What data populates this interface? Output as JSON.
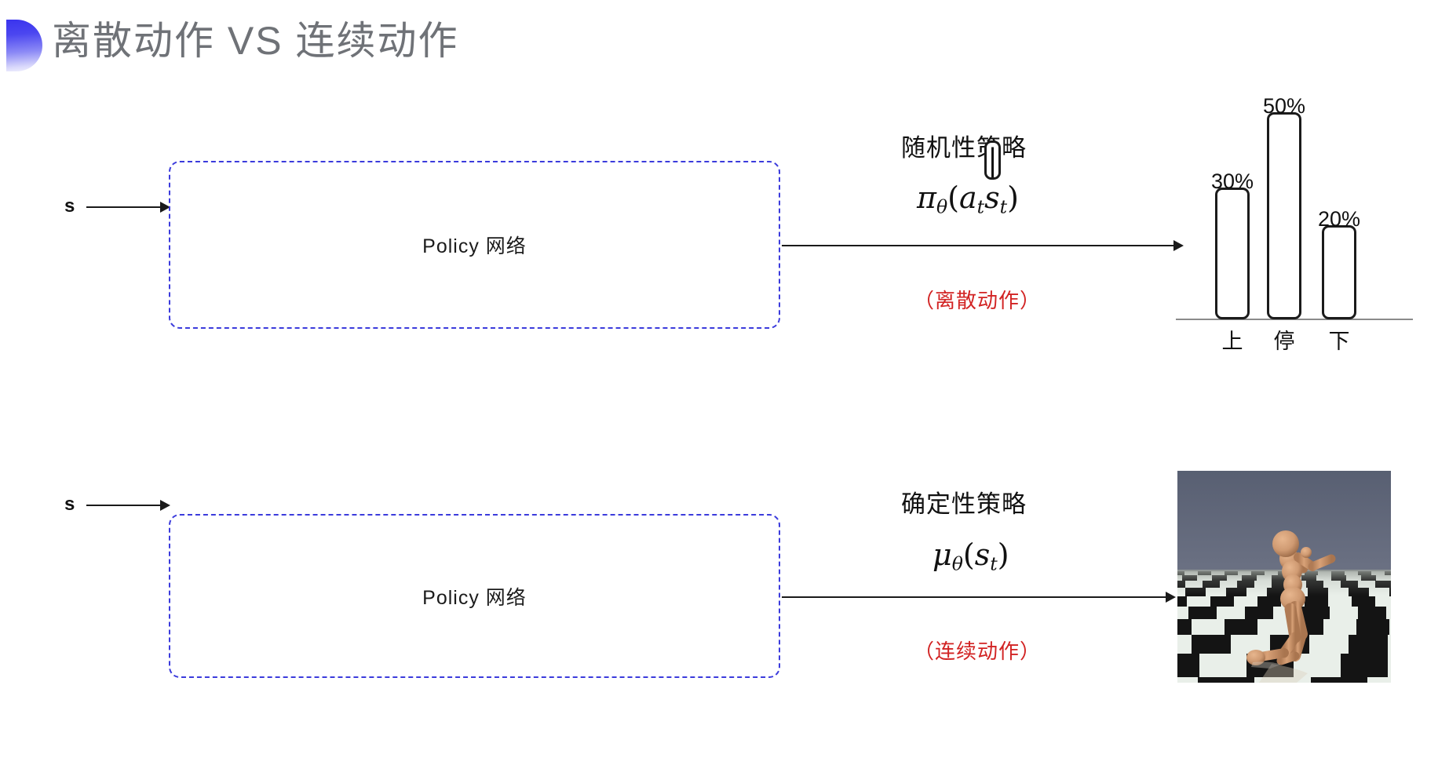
{
  "slide": {
    "title": "离散动作 VS 连续动作",
    "accent_color": "#3b3bdc",
    "title_color": "#6f7277",
    "note_color": "#d22323",
    "bullet_icon": "half-circle-gradient-icon"
  },
  "rows": [
    {
      "id": "discrete",
      "input_label": "s",
      "box_label": "Policy 网络",
      "policy_type": "随机性策略",
      "formula": "πθ(at|st)",
      "formula_parts": {
        "head": "π",
        "head_sub": "θ",
        "open": "(",
        "arg1": "a",
        "arg1_sub": "t",
        "bar": "|",
        "arg2": "s",
        "arg2_sub": "t",
        "close": ")"
      },
      "action_note": "（离散动作）",
      "output_kind": "bar-chart"
    },
    {
      "id": "continuous",
      "input_label": "s",
      "box_label": "Policy 网络",
      "policy_type": "确定性策略",
      "formula": "μθ(st)",
      "formula_parts": {
        "head": "μ",
        "head_sub": "θ",
        "open": "(",
        "arg1": "s",
        "arg1_sub": "t",
        "close": ")"
      },
      "action_note": "（连续动作）",
      "output_kind": "humanoid-simulation"
    }
  ],
  "chart_data": {
    "type": "bar",
    "title": "",
    "categories": [
      "上",
      "停",
      "下"
    ],
    "values": [
      30,
      50,
      20
    ],
    "value_labels": [
      "30%",
      "50%",
      "20%"
    ],
    "ylabel": "",
    "xlabel": "",
    "ylim": [
      0,
      55
    ],
    "grid": false,
    "legend": "none",
    "bar_fill": "#ffffff",
    "bar_stroke": "#1b1b1b"
  },
  "simulation": {
    "caption": "",
    "scene": "humanoid-on-checkerboard",
    "sky_color": "#6b7183",
    "floor_light": "#eef3ee",
    "floor_dark": "#141414",
    "body_color": "#cf9a72"
  }
}
